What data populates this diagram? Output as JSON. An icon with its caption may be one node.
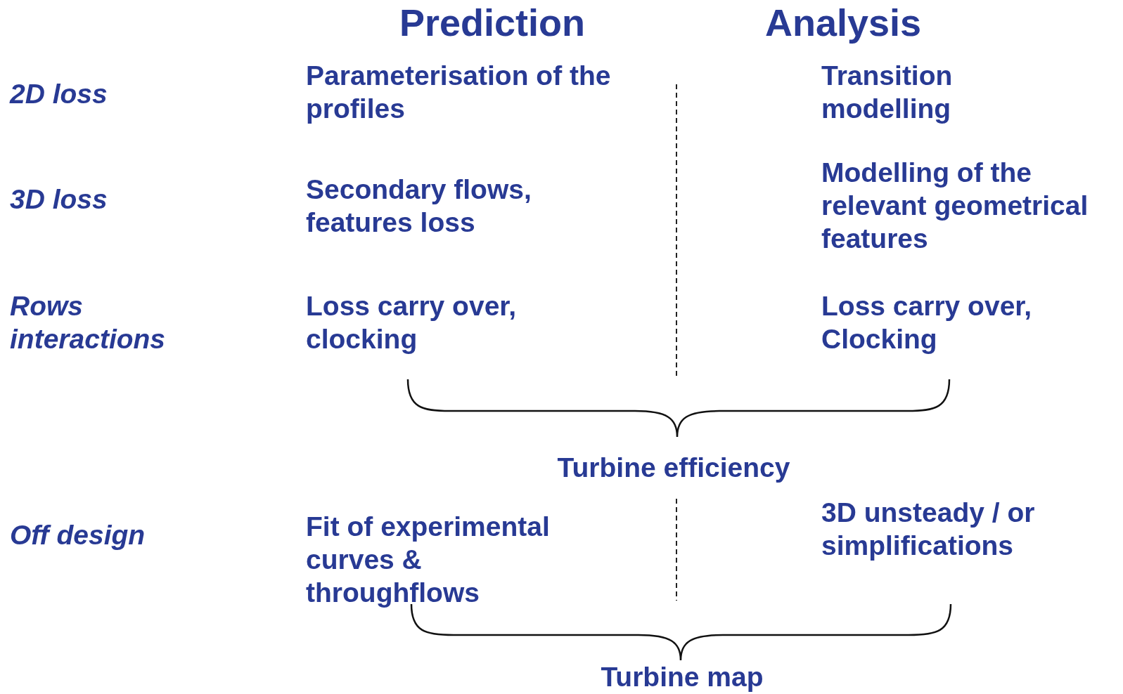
{
  "diagram": {
    "labels": [
      "Prediction",
      "Analysis",
      "2D loss",
      "Parameterisation of the profiles",
      "Transition modelling",
      "3D loss",
      "Secondary flows, features loss",
      "Modelling of the relevant geometrical features",
      "Rows interactions",
      "Loss carry over, clocking",
      "Loss carry over, Clocking",
      "Turbine efficiency",
      "Off design",
      "Fit of experimental curves & throughflows",
      "3D unsteady / or simplifications",
      "Turbine map"
    ]
  }
}
